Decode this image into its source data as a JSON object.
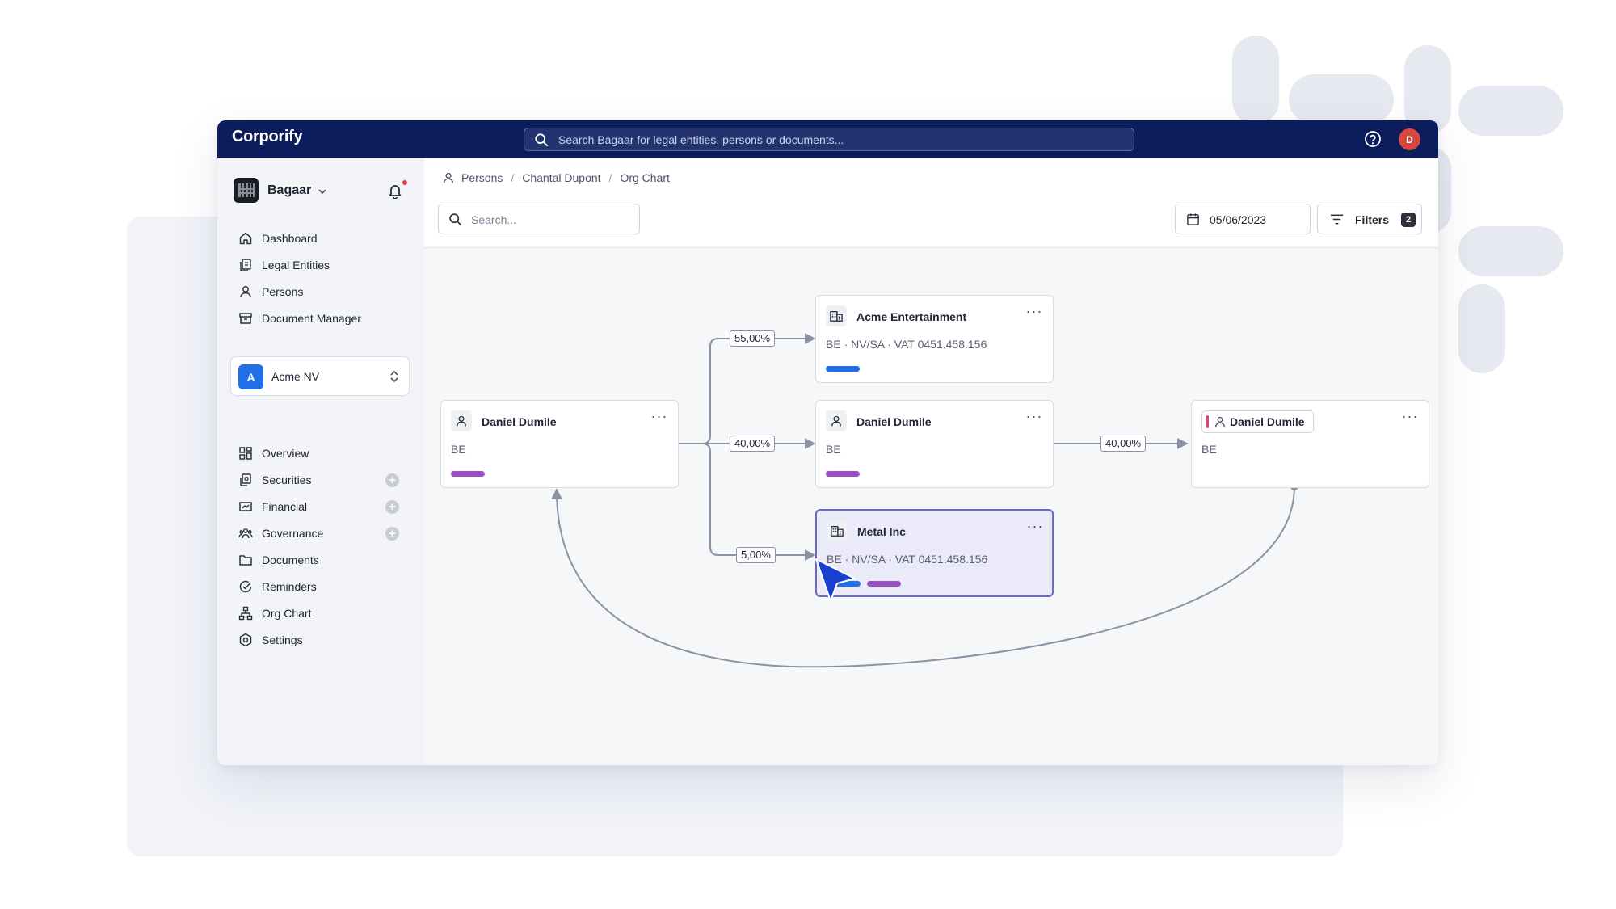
{
  "app": {
    "brand": "Corporify",
    "search_placeholder": "Search Bagaar for legal entities, persons or documents...",
    "avatar_initial": "D"
  },
  "workspace": {
    "name": "Bagaar"
  },
  "nav_primary": [
    {
      "label": "Dashboard",
      "icon": "home-icon"
    },
    {
      "label": "Legal Entities",
      "icon": "legal-entities-icon"
    },
    {
      "label": "Persons",
      "icon": "person-icon"
    },
    {
      "label": "Document Manager",
      "icon": "archive-icon"
    }
  ],
  "entity_selector": {
    "badge": "A",
    "name": "Acme NV"
  },
  "nav_entity": [
    {
      "label": "Overview",
      "icon": "grid-icon",
      "plus": false
    },
    {
      "label": "Securities",
      "icon": "securities-icon",
      "plus": true
    },
    {
      "label": "Financial",
      "icon": "financial-icon",
      "plus": true
    },
    {
      "label": "Governance",
      "icon": "governance-icon",
      "plus": true
    },
    {
      "label": "Documents",
      "icon": "folder-icon",
      "plus": false
    },
    {
      "label": "Reminders",
      "icon": "check-circle-icon",
      "plus": false
    },
    {
      "label": "Org Chart",
      "icon": "org-chart-icon",
      "plus": false
    },
    {
      "label": "Settings",
      "icon": "settings-icon",
      "plus": false
    }
  ],
  "breadcrumb": [
    "Persons",
    "Chantal Dupont",
    "Org Chart"
  ],
  "toolbar": {
    "search_placeholder": "Search...",
    "date": "05/06/2023",
    "filters_label": "Filters",
    "filters_count": "2"
  },
  "org_chart": {
    "nodes": [
      {
        "id": "n1",
        "title": "Daniel Dumile",
        "subtitle": "BE",
        "kind": "person",
        "bars": [
          "purple"
        ]
      },
      {
        "id": "n2",
        "title": "Acme Entertainment",
        "subtitle": "BE · NV/SA · VAT 0451.458.156",
        "kind": "company",
        "bars": [
          "blue"
        ]
      },
      {
        "id": "n3",
        "title": "Daniel Dumile",
        "subtitle": "BE",
        "kind": "person",
        "bars": [
          "purple"
        ]
      },
      {
        "id": "n4",
        "title": "Metal Inc",
        "subtitle": "BE · NV/SA · VAT 0451.458.156",
        "kind": "company",
        "bars": [
          "blue",
          "purple"
        ],
        "selected": true
      },
      {
        "id": "n5",
        "title": "Daniel Dumile",
        "subtitle": "BE",
        "kind": "person",
        "bars": []
      }
    ],
    "edges": [
      {
        "from": "n1",
        "to": "n2",
        "label": "55,00%"
      },
      {
        "from": "n1",
        "to": "n3",
        "label": "40,00%"
      },
      {
        "from": "n1",
        "to": "n4",
        "label": "5,00%"
      },
      {
        "from": "n3",
        "to": "n5",
        "label": "40,00%"
      },
      {
        "from": "n5",
        "to": "n1",
        "label": ""
      }
    ],
    "bar_colors": {
      "blue": "#1f6fe8",
      "purple": "#9a4fc6"
    }
  },
  "colors": {
    "topbar": "#0c1d5e",
    "accent": "#1f6fe8",
    "selected_border": "#6d68c7",
    "avatar": "#d6483f"
  }
}
